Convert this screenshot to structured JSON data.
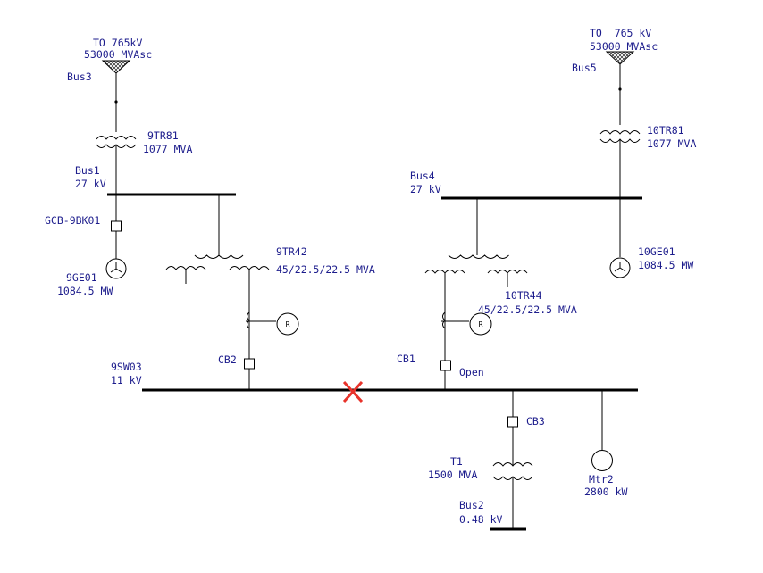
{
  "colors": {
    "label": "#1c1c8c",
    "line": "#000000",
    "fault": "#e8332b"
  },
  "labels": {
    "util_left_1": "TO 765kV",
    "util_left_2": "53000 MVAsc",
    "bus3": "Bus3",
    "tr81_name": "9TR81",
    "tr81_rating": "1077 MVA",
    "bus1_name": "Bus1",
    "bus1_kv": "27 kV",
    "gcb": "GCB-9BK01",
    "gen9_name": "9GE01",
    "gen9_rating": "1084.5 MW",
    "tr42_name": "9TR42",
    "tr42_rating": "45/22.5/22.5 MVA",
    "cb2": "CB2",
    "sw03_name": "9SW03",
    "sw03_kv": "11 kV",
    "util_right_1": "TO  765 kV",
    "util_right_2": "53000 MVAsc",
    "bus5": "Bus5",
    "tr1081_name": "10TR81",
    "tr1081_rating": "1077 MVA",
    "bus4_name": "Bus4",
    "bus4_kv": "27 kV",
    "gen10_name": "10GE01",
    "gen10_rating": "1084.5 MW",
    "tr44_name": "10TR44",
    "tr44_rating": "45/22.5/22.5 MVA",
    "cb1": "CB1",
    "cb1_status": "Open",
    "cb3": "CB3",
    "t1_name": "T1",
    "t1_rating": "1500 MVA",
    "bus2_name": "Bus2",
    "bus2_kv": "0.48 kV",
    "mtr2_name": "Mtr2",
    "mtr2_rating": "2800 kW",
    "relay_symbol": "R"
  }
}
